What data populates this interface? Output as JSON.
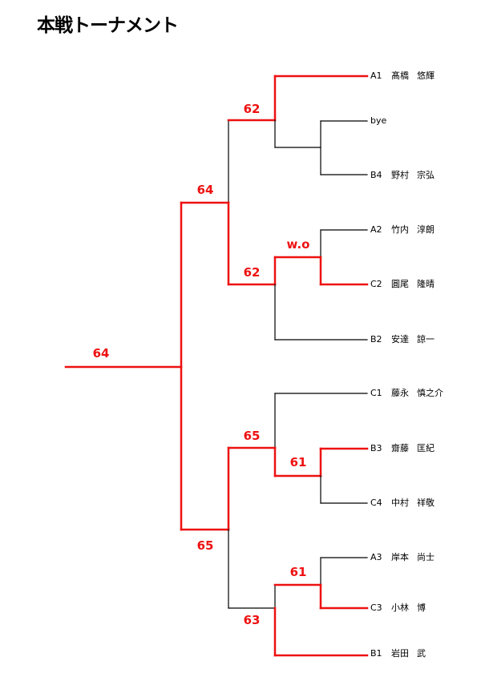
{
  "title": "本戦トーナメント",
  "colors": {
    "winner_line": "#ee1111",
    "line": "#000000",
    "score": "#ee1111"
  },
  "players": [
    {
      "seed": "A1",
      "family": "髙橋",
      "given": "悠輝"
    },
    {
      "seed": "",
      "family": "bye",
      "given": ""
    },
    {
      "seed": "B4",
      "family": "野村",
      "given": "宗弘"
    },
    {
      "seed": "A2",
      "family": "竹内",
      "given": "淳朗"
    },
    {
      "seed": "C2",
      "family": "圓尾",
      "given": "隆晴"
    },
    {
      "seed": "B2",
      "family": "安達",
      "given": "諒一"
    },
    {
      "seed": "C1",
      "family": "藤永",
      "given": "慎之介"
    },
    {
      "seed": "B3",
      "family": "齋藤",
      "given": "匡紀"
    },
    {
      "seed": "C4",
      "family": "中村",
      "given": "祥敬"
    },
    {
      "seed": "A3",
      "family": "岸本",
      "given": "尚士"
    },
    {
      "seed": "C3",
      "family": "小林",
      "given": "博"
    },
    {
      "seed": "B1",
      "family": "岩田",
      "given": "武"
    }
  ],
  "scores": {
    "r1_top": "62",
    "r1_a2c2": "w.o",
    "r1_mid": "62",
    "qf_top": "64",
    "r1_b3c4": "61",
    "r1_c1": "65",
    "r1_a3c3": "61",
    "r1_bottom": "63",
    "qf_bottom": "65",
    "final": "64"
  }
}
